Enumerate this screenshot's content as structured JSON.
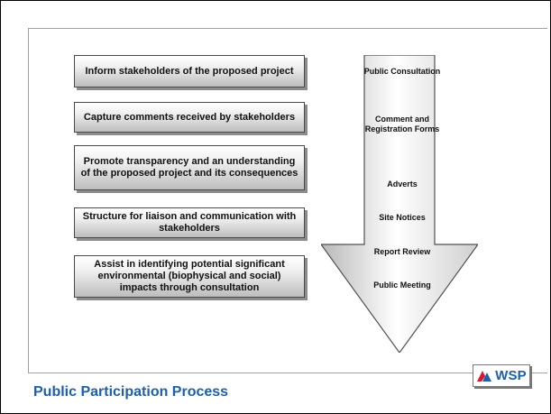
{
  "boxes": [
    {
      "text": "Inform stakeholders of the proposed project"
    },
    {
      "text": "Capture comments received by stakeholders"
    },
    {
      "text": "Promote transparency and an understanding of the proposed project and its consequences"
    },
    {
      "text": "Structure for liaison and communication with stakeholders"
    },
    {
      "text": "Assist in identifying potential significant environmental (biophysical and social) impacts through consultation"
    }
  ],
  "arrow_steps": [
    {
      "text": "Public Consultation"
    },
    {
      "text": "Comment and Registration Forms"
    },
    {
      "text": "Adverts"
    },
    {
      "text": "Site Notices"
    },
    {
      "text": "Report Review"
    },
    {
      "text": "Public Meeting"
    }
  ],
  "footer": {
    "title": "Public Participation Process"
  },
  "logo": {
    "text": "WSP",
    "brand_color": "#1f5fa7",
    "accent_color": "#d7192f"
  }
}
